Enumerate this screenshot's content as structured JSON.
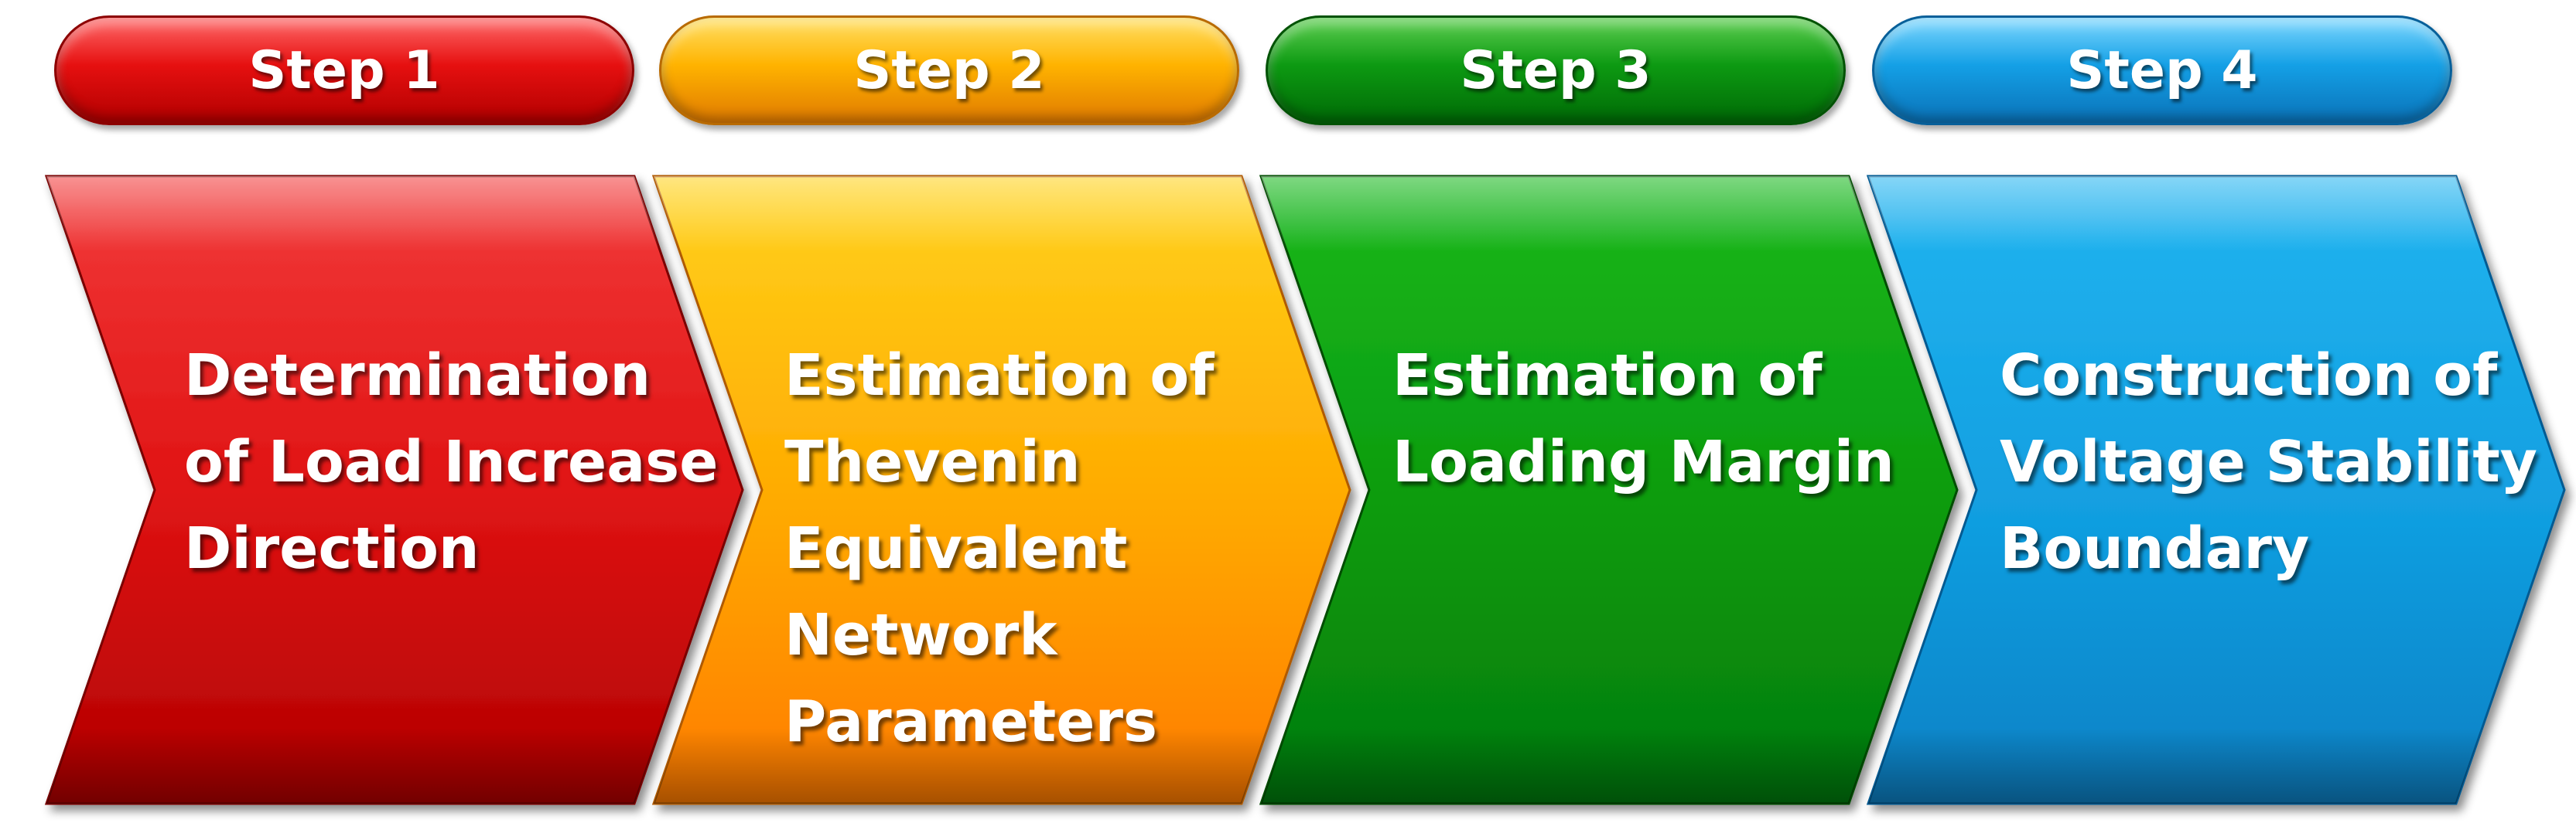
{
  "steps": [
    {
      "label": "Step 1",
      "lines": [
        "Determination",
        "of Load Increase",
        "Direction"
      ]
    },
    {
      "label": "Step 2",
      "lines": [
        "Estimation of",
        "Thevenin",
        "Equivalent",
        "Network",
        "Parameters"
      ]
    },
    {
      "label": "Step 3",
      "lines": [
        "Estimation of",
        "Loading Margin"
      ]
    },
    {
      "label": "Step 4",
      "lines": [
        "Construction of",
        "Voltage Stability",
        "Boundary"
      ]
    }
  ],
  "colors": {
    "step1": "#e31b1b",
    "step2": "#ffb000",
    "step3": "#0c9a12",
    "step4": "#1296dc"
  }
}
